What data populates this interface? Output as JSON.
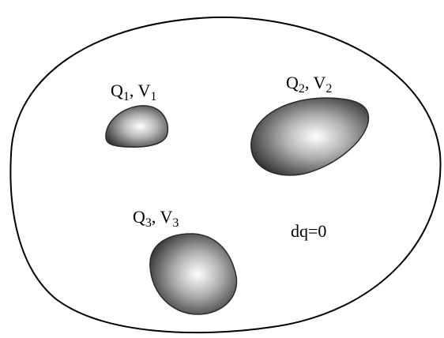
{
  "figure": {
    "conductors": [
      {
        "charge": "Q",
        "charge_index": "1",
        "potential": "V",
        "potential_index": "1"
      },
      {
        "charge": "Q",
        "charge_index": "2",
        "potential": "V",
        "potential_index": "2"
      },
      {
        "charge": "Q",
        "charge_index": "3",
        "potential": "V",
        "potential_index": "3"
      }
    ],
    "condition_label": "dq=0"
  },
  "colors": {
    "outline": "#000000",
    "conductor_highlight": "#ffffff",
    "conductor_shade": "#3a3a3a"
  }
}
